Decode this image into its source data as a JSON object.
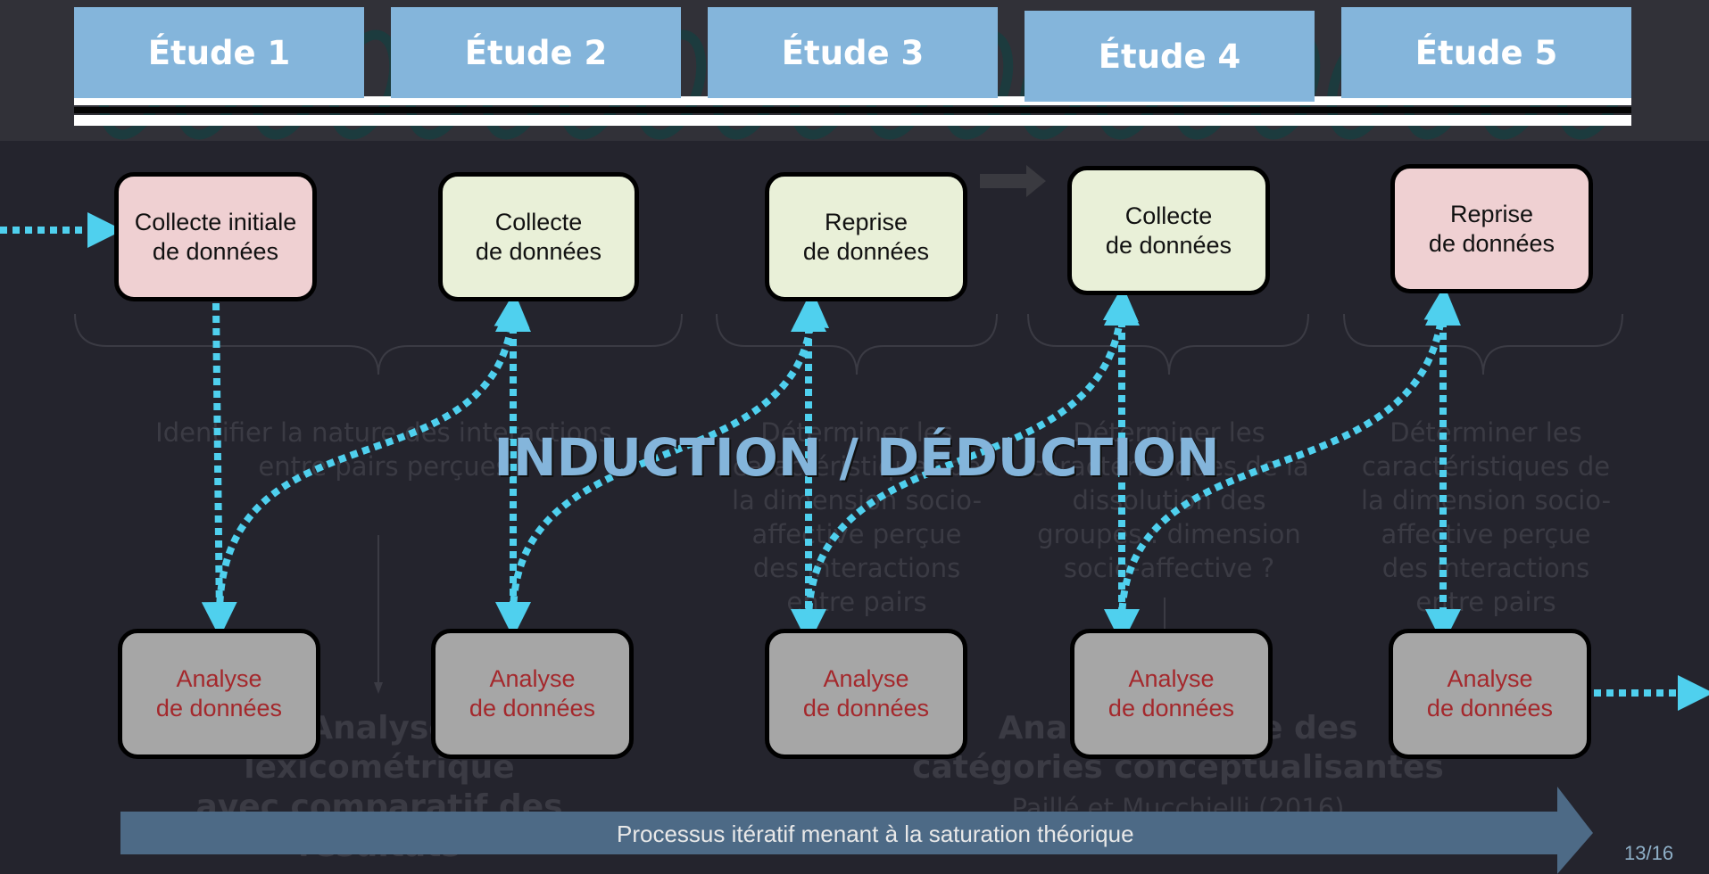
{
  "studies": [
    {
      "label": "Étude 1"
    },
    {
      "label": "Étude 2"
    },
    {
      "label": "Étude 3"
    },
    {
      "label": "Étude 4"
    },
    {
      "label": "Étude 5"
    }
  ],
  "collect_boxes": [
    {
      "text": "Collecte initiale\nde données",
      "color": "#efd0d2"
    },
    {
      "text": "Collecte\nde données",
      "color": "#e9f0d8"
    },
    {
      "text": "Reprise\nde données",
      "color": "#e9f0d8"
    },
    {
      "text": "Collecte\nde données",
      "color": "#e9f0d8"
    },
    {
      "text": "Reprise\nde données",
      "color": "#efd0d2"
    }
  ],
  "analysis_boxes": [
    {
      "text": "Analyse\nde données"
    },
    {
      "text": "Analyse\nde données"
    },
    {
      "text": "Analyse\nde données"
    },
    {
      "text": "Analyse\nde données"
    },
    {
      "text": "Analyse\nde données"
    }
  ],
  "ghost_texts": {
    "obj1": "Identifier la nature des interactions\nentre pairs perçues",
    "obj3": "Déterminer les\ncaractéristiques de\nla dimension socio-\naffective perçue\ndes interactions\nentre pairs",
    "obj4": "Déterminer les\ncaractéristiques de la\ndissolution des\ngroupes : dimension\nsocio-affective ?",
    "obj5": "Déterminer les\ncaractéristiques de\nla dimension socio-\naffective perçue\ndes interactions\nentre pairs",
    "method_left": "Analyse lexicométrique\navec comparatif des\nrésultats",
    "method_right": "Analyse à l'aide des\ncatégories conceptualisantes",
    "method_right_ref": "Paillé et Mucchielli (2016)"
  },
  "center_title": "INDUCTION / DÉDUCTION",
  "process_arrow_label": "Processus itératif menant à la saturation théorique",
  "page_number": "13/16",
  "colors": {
    "background": "#24242d",
    "study_header": "#84b5db",
    "arrow": "#4fd0ee",
    "process_arrow": "#4d6a86",
    "analysis_text": "#a4282c"
  }
}
